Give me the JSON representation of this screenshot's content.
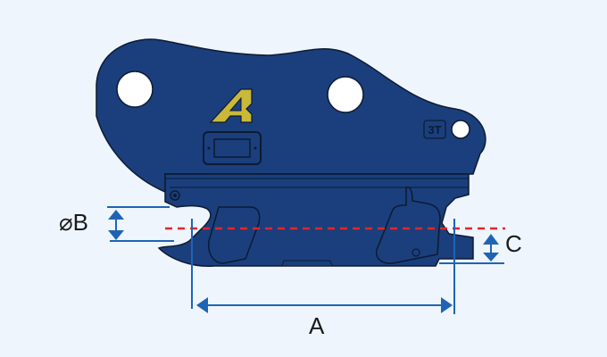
{
  "diagram": {
    "subject": "quick coupler side view",
    "colors": {
      "background": "#eef5fd",
      "body": "#1b3f7c",
      "outline": "#0d1a33",
      "dimension_line": "#1f64b4",
      "center_line": "#e0262e",
      "logo": "#c9b83a"
    },
    "dimensions": {
      "a": {
        "label": "A"
      },
      "b": {
        "label": "⌀B"
      },
      "c": {
        "label": "C"
      }
    },
    "body_marking": "3T"
  }
}
